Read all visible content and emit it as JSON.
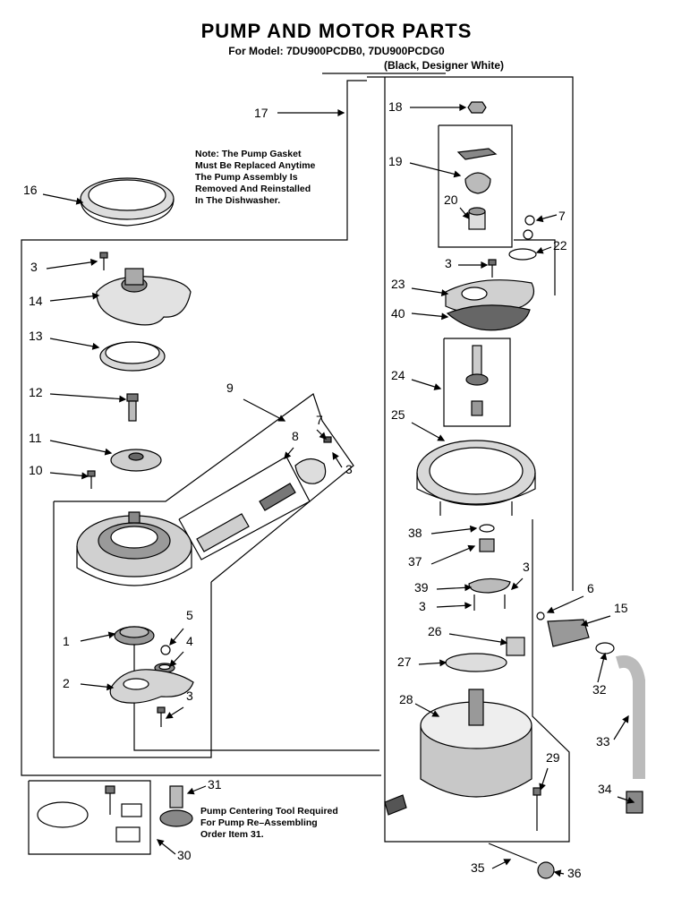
{
  "title": "PUMP AND MOTOR PARTS",
  "subtitle": "For Model: 7DU900PCDB0, 7DU900PCDG0",
  "subtitle2": "(Black, Designer White)",
  "note_gasket": [
    "Note: The Pump Gasket",
    "Must Be Replaced Anytime",
    "The Pump Assembly Is",
    "Removed And Reinstalled",
    "In The Dishwasher."
  ],
  "note_tool": [
    "Pump Centering Tool Required",
    "For Pump Re–Assembling",
    "Order Item 31."
  ],
  "callouts": [
    "17",
    "16",
    "3",
    "14",
    "13",
    "12",
    "11",
    "10",
    "9",
    "8",
    "7",
    "3",
    "1",
    "5",
    "4",
    "2",
    "3",
    "18",
    "19",
    "20",
    "7",
    "22",
    "3",
    "23",
    "40",
    "24",
    "25",
    "38",
    "37",
    "3",
    "39",
    "3",
    "26",
    "27",
    "28",
    "29",
    "6",
    "15",
    "32",
    "33",
    "34",
    "31",
    "30",
    "35",
    "36"
  ],
  "colors": {
    "line": "#000000",
    "part_fill": "#cfcfcf",
    "part_dark": "#6e6e6e",
    "background": "#ffffff"
  }
}
